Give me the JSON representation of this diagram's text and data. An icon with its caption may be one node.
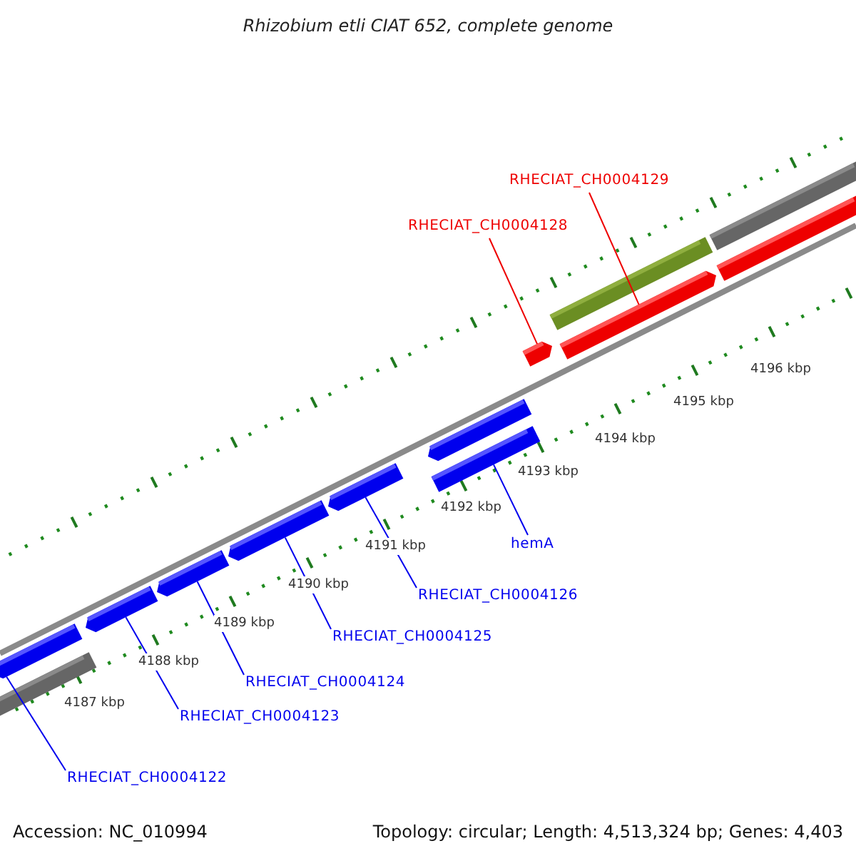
{
  "diagram": {
    "title": "Rhizobium etli CIAT 652, complete genome",
    "nodes": [
      {
        "text": [
          "RHECIAT_CH0004128"
        ]
      },
      {
        "text": [],
        "shape": "arrow"
      },
      {
        "text": [
          "RHECIAT_CH0004129"
        ]
      },
      {
        "text": [],
        "shape": "arrow"
      },
      {
        "text": [
          "hemA"
        ]
      },
      {
        "text": [],
        "shape": "arrow"
      },
      {
        "text": [
          "RHECIAT_CH0004126"
        ]
      },
      {
        "text": [],
        "shape": "arrow"
      },
      {
        "text": [
          "RHECIAT_CH0004125"
        ]
      },
      {
        "text": [],
        "shape": "arrow"
      },
      {
        "text": [
          "RHECIAT_CH0004124"
        ]
      },
      {
        "text": [],
        "shape": "arrow"
      },
      {
        "text": [
          "RHECIAT_CH0004123"
        ]
      },
      {
        "text": [],
        "shape": "arrow"
      },
      {
        "text": [
          "RHECIAT_CH0004122"
        ]
      },
      {
        "text": [],
        "shape": "arrow"
      }
    ],
    "edges": [
      {
        "from": 0,
        "to": 1,
        "arrow": "none",
        "color": "#ee0000"
      },
      {
        "from": 2,
        "to": 3,
        "arrow": "none",
        "color": "#ee0000"
      },
      {
        "from": 4,
        "to": 5,
        "arrow": "none"
      },
      {
        "from": 6,
        "to": 7,
        "arrow": "none"
      },
      {
        "from": 8,
        "to": 9,
        "arrow": "none"
      },
      {
        "from": 10,
        "to": 11,
        "arrow": "none"
      },
      {
        "from": 12,
        "to": 13,
        "arrow": "none"
      },
      {
        "from": 14,
        "to": 15,
        "arrow": "none"
      }
    ],
    "labels": [
      "4196 kbp",
      "4195 kbp",
      "4194 kbp",
      "4193 kbp",
      "4192 kbp",
      "4191 kbp",
      "4190 kbp",
      "4189 kbp",
      "4188 kbp",
      "4187 kbp",
      "Accession: NC_010994",
      "Topology: circular; Length: 4,513,324 bp; Genes: 4,403"
    ]
  }
}
